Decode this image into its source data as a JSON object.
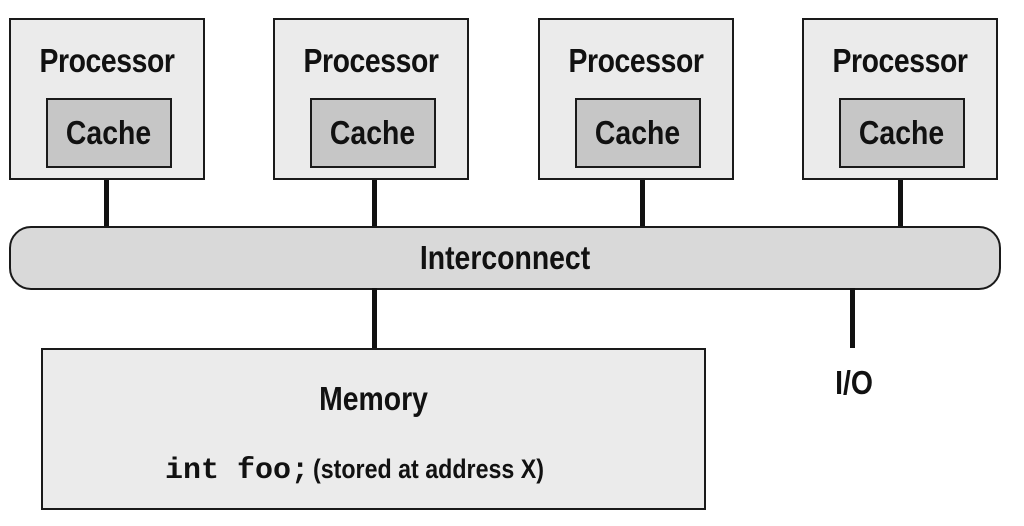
{
  "processors": [
    {
      "label": "Processor",
      "cache_label": "Cache"
    },
    {
      "label": "Processor",
      "cache_label": "Cache"
    },
    {
      "label": "Processor",
      "cache_label": "Cache"
    },
    {
      "label": "Processor",
      "cache_label": "Cache"
    }
  ],
  "interconnect": {
    "label": "Interconnect"
  },
  "memory": {
    "label": "Memory",
    "code": "int foo;",
    "note": "(stored at address X)"
  },
  "io": {
    "label": "I/O"
  },
  "colors": {
    "box_fill": "#ebebeb",
    "cache_fill": "#c6c6c6",
    "interconnect_fill": "#d9d9d9",
    "stroke": "#1a1a1a"
  }
}
